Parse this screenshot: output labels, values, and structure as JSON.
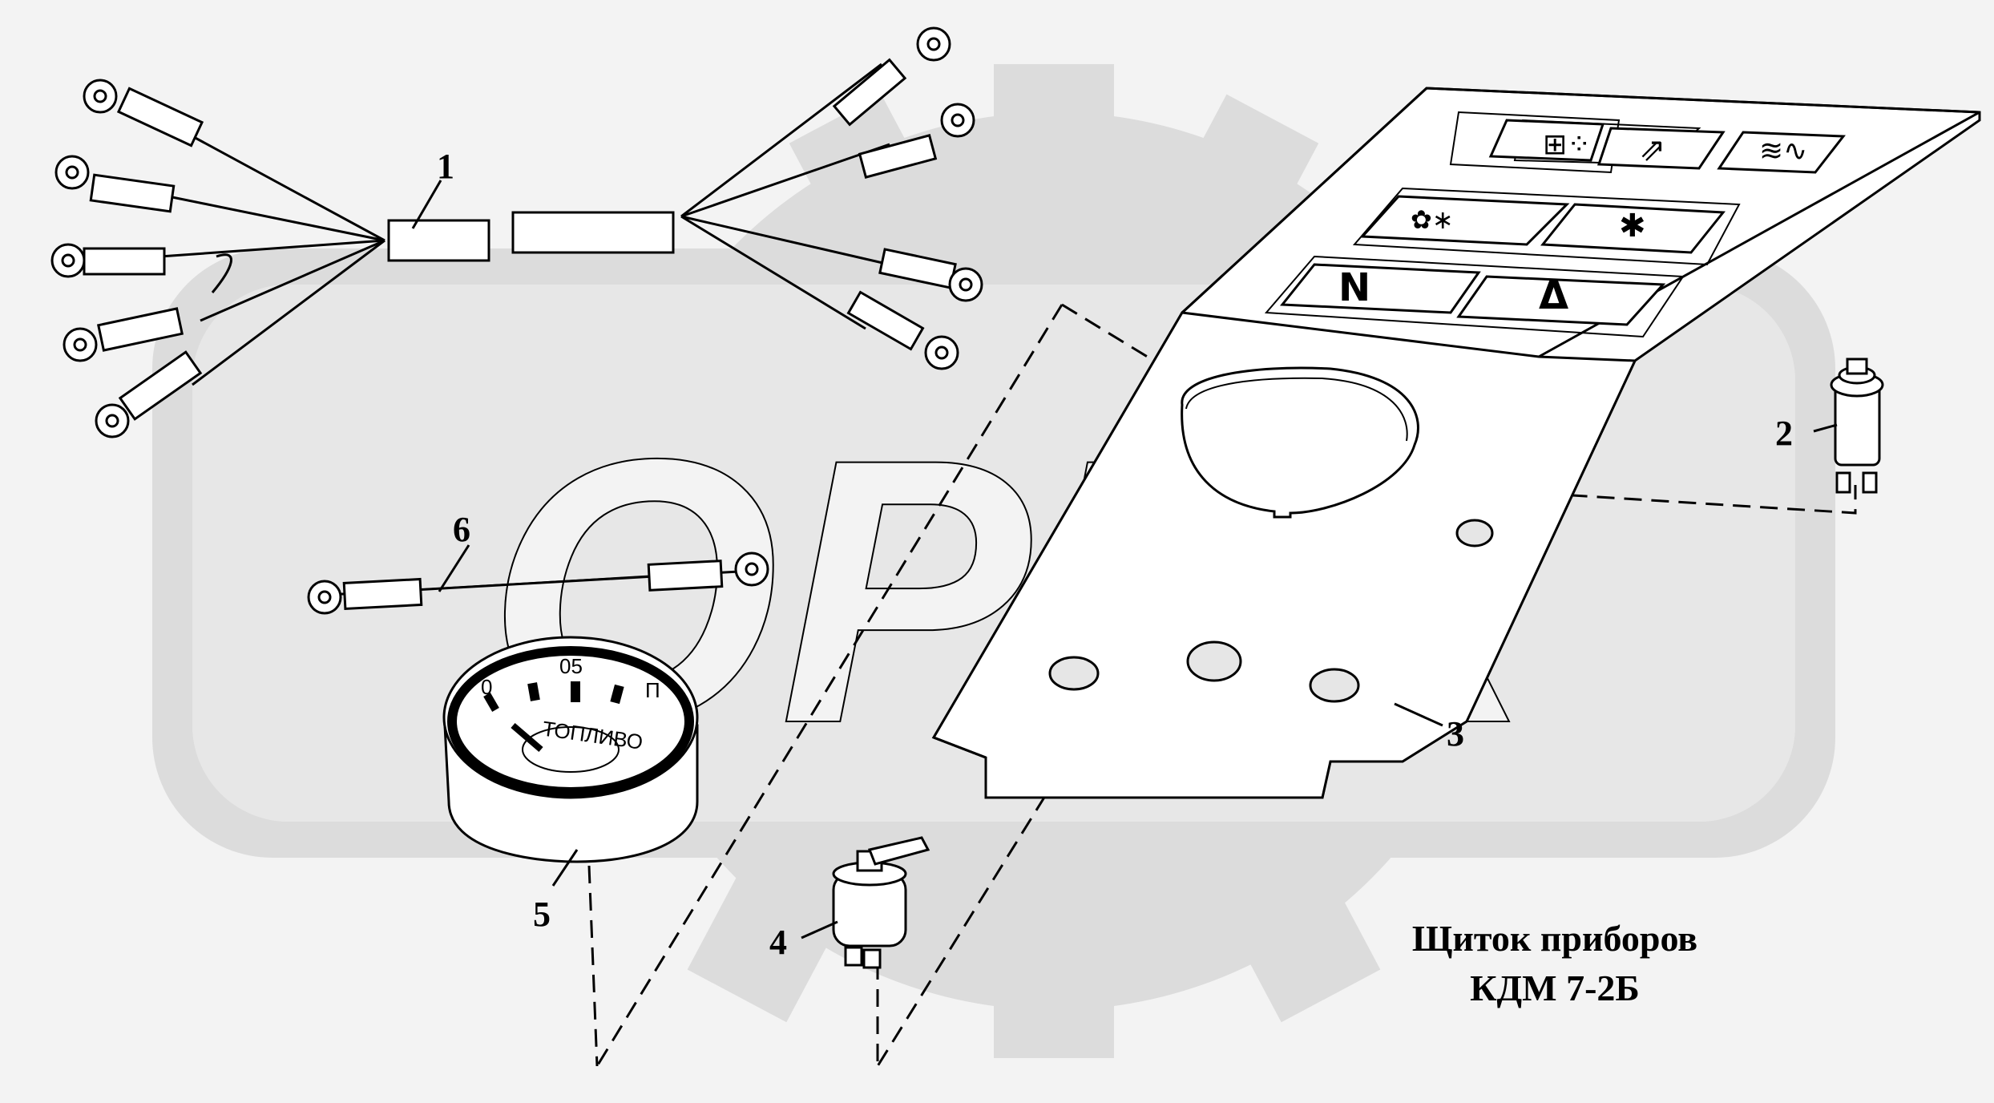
{
  "watermark": {
    "text": "OPEX"
  },
  "callouts": {
    "c1": "1",
    "c2": "2",
    "c3": "3",
    "c4": "4",
    "c5": "5",
    "c6": "6"
  },
  "gauge": {
    "label": "ТОПЛИВО",
    "scale_0": "0",
    "scale_half": "05",
    "scale_full": "П"
  },
  "caption": {
    "line1": "Щиток приборов",
    "line2": "КДМ 7-2Б"
  }
}
